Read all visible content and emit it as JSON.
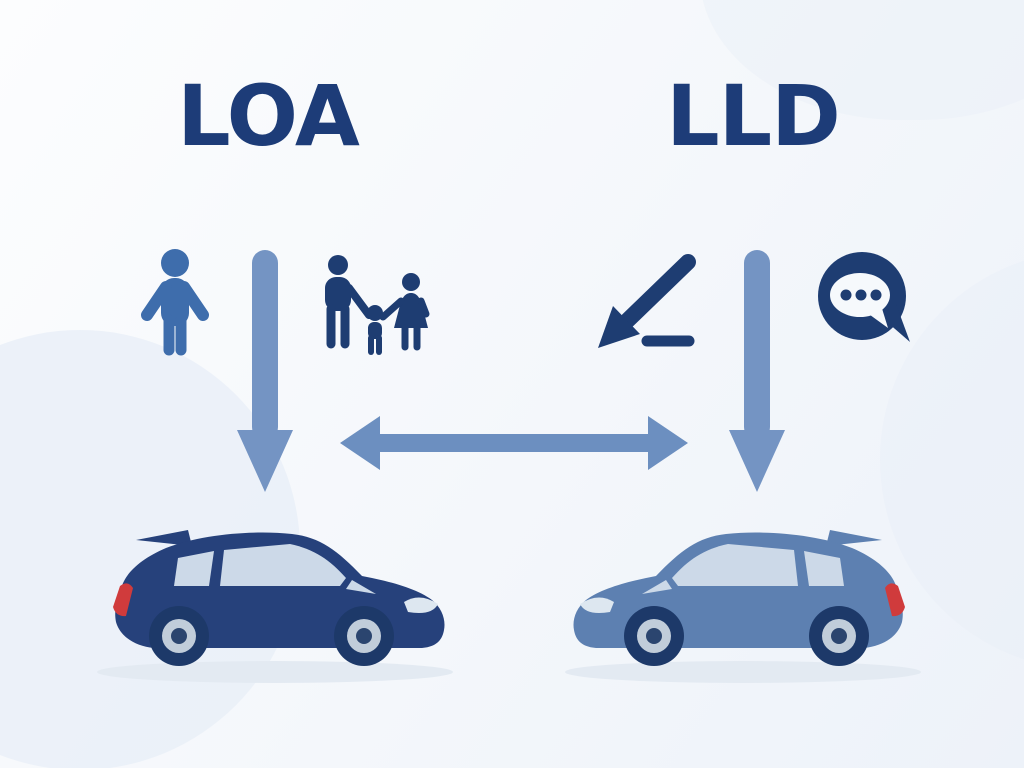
{
  "diagram": {
    "left_title": "LOA",
    "right_title": "LLD",
    "left_column": {
      "icons": [
        "person-icon",
        "down-arrow-icon",
        "family-icon"
      ],
      "vehicle": "dark-navy-suv-facing-right"
    },
    "right_column": {
      "icons": [
        "return-arrow-icon",
        "down-arrow-icon",
        "chat-bubble-icon"
      ],
      "vehicle": "slate-blue-suv-facing-left"
    },
    "connector": "double-headed-horizontal-arrow",
    "colors": {
      "title": "#1d3c78",
      "icon_navy": "#1e3d72",
      "person": "#3e6dac",
      "arrow": "#7494c3",
      "harrow": "#6c8fc0",
      "car_left_body": "#26417b",
      "car_right_body": "#5d80b1",
      "window": "#ccd9e8",
      "headlight": "#dde7f0",
      "taillight": "#d03b3c",
      "tire": "#1d3969",
      "rim": "#c1cdda",
      "hub": "#2b456f",
      "shadow": "#e3eaf2",
      "bubble_hole": "#f6f9fc",
      "bg_start": "#fcfdfe",
      "bg_mid": "#f4f7fb",
      "bg_end": "#edf2f9",
      "bg_circle": "#e9eff7"
    }
  }
}
